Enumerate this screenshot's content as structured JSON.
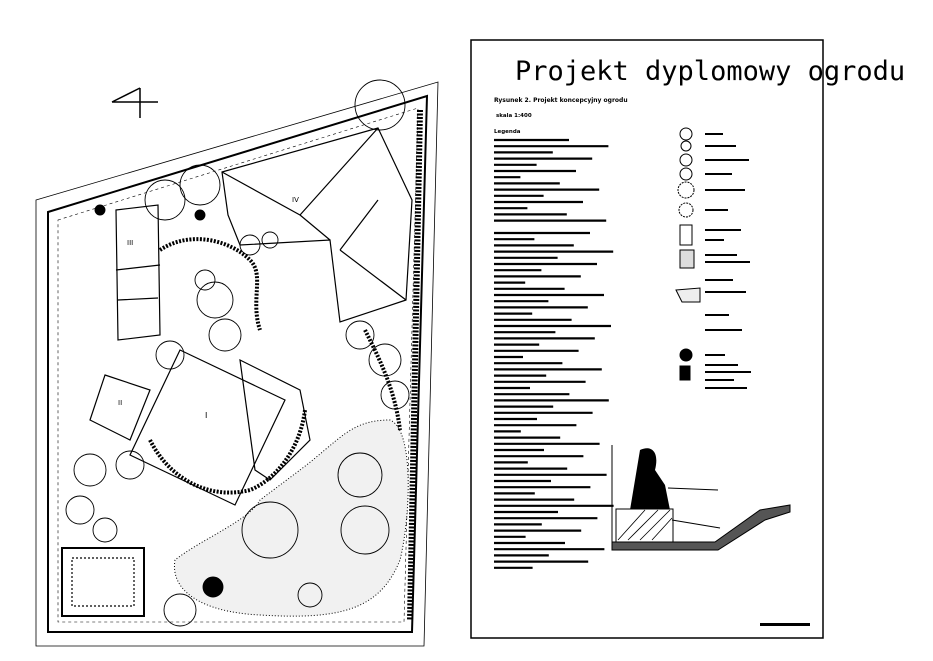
{
  "sheet": {
    "title": "Projekt dyplomowy ogrodu",
    "figure_caption": "Rysunek 2. Projekt koncepcyjny ogrodu",
    "scale": "skala 1:400",
    "legend_heading": "Legenda"
  },
  "plan": {
    "building_labels": [
      "I",
      "II",
      "III",
      "IV"
    ],
    "north_arrow": "north-arrow-icon"
  },
  "colors": {
    "ink": "#000000",
    "paper": "#ffffff"
  }
}
